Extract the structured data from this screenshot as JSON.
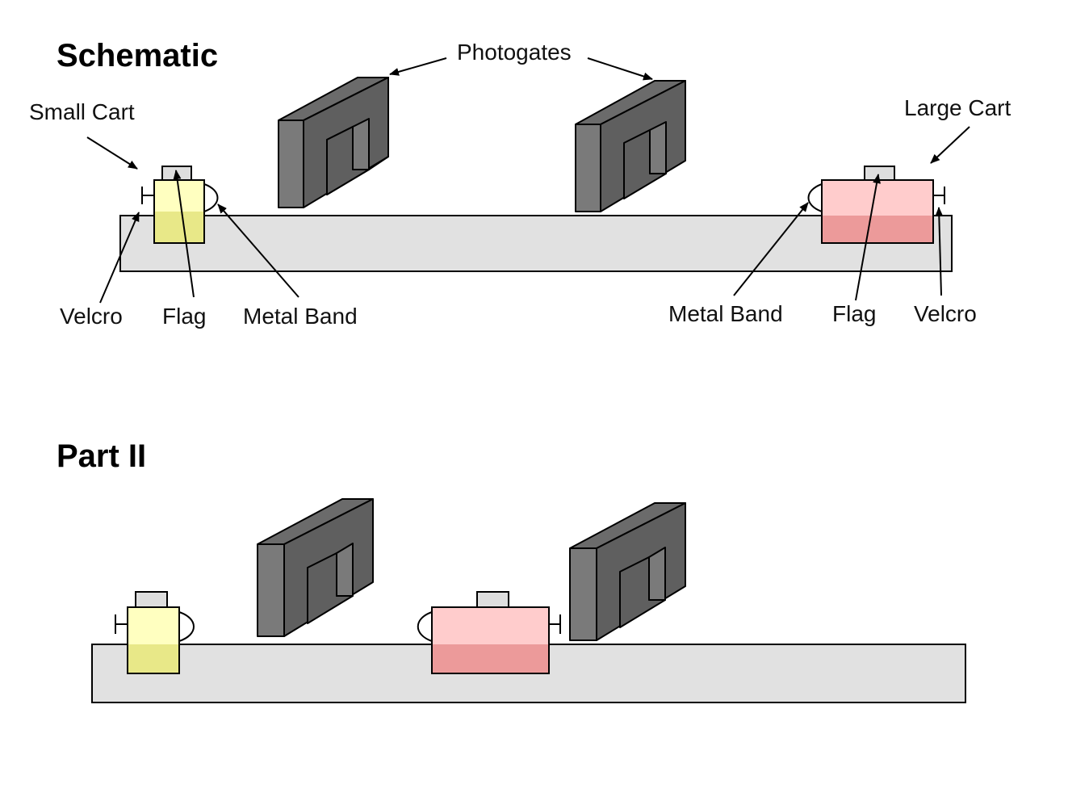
{
  "sections": {
    "schematic_title": "Schematic",
    "part2_title": "Part II"
  },
  "labels": {
    "photogates": "Photogates",
    "small_cart": "Small Cart",
    "large_cart": "Large Cart",
    "velcro_left": "Velcro",
    "flag_left": "Flag",
    "metal_band_left": "Metal Band",
    "metal_band_right": "Metal Band",
    "flag_right": "Flag",
    "velcro_right": "Velcro"
  },
  "colors": {
    "small_cart_top": "#ffffc0",
    "small_cart_bottom": "#e8e888",
    "large_cart_top": "#ffcccc",
    "large_cart_bottom": "#ec9a9a",
    "track": "#e1e1e1",
    "photogate": "#7a7a7a"
  }
}
